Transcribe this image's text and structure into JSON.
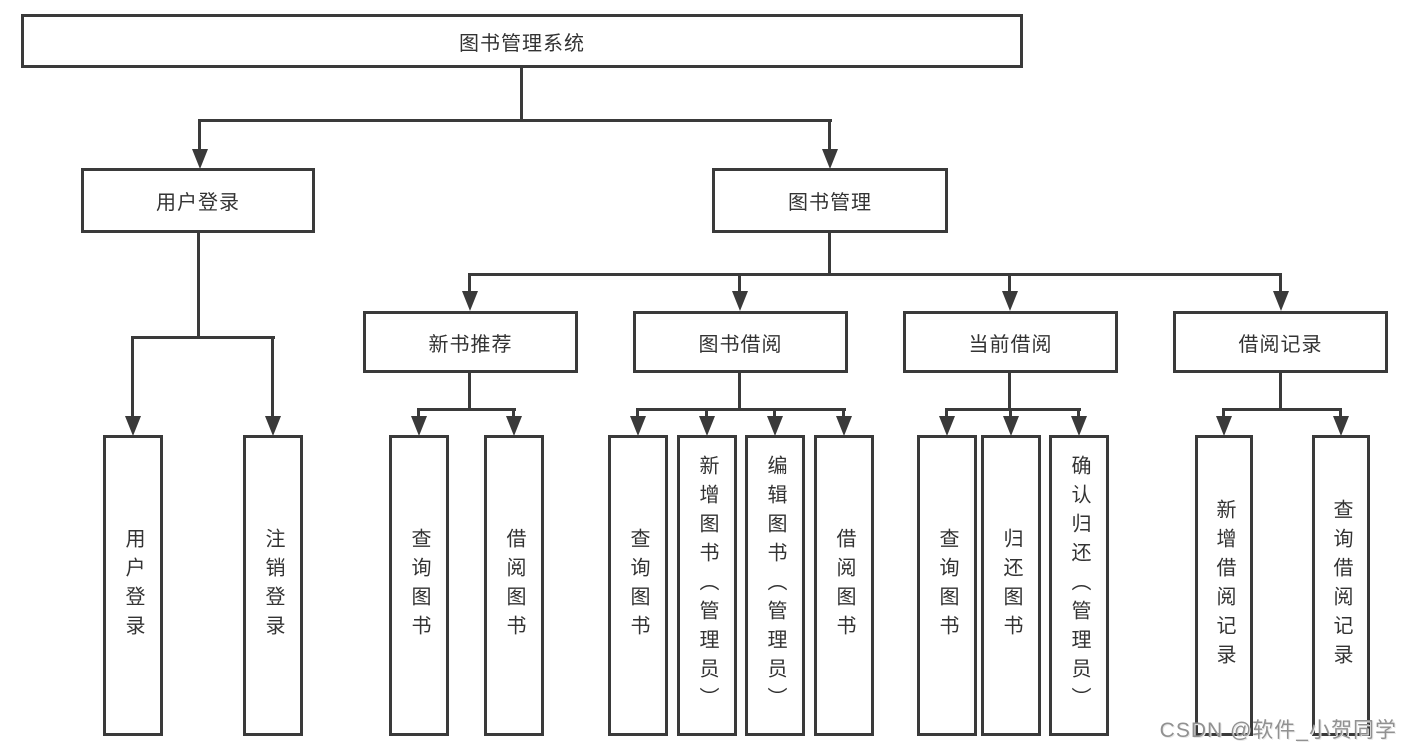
{
  "diagram": {
    "title_node": "图书管理系统",
    "level2": {
      "user_login": "用户登录",
      "book_mgmt": "图书管理"
    },
    "level3": {
      "new_book_rec": "新书推荐",
      "book_borrow": "图书借阅",
      "current_borrow": "当前借阅",
      "borrow_records": "借阅记录"
    },
    "leaves": {
      "user_login_login": "用户登录",
      "user_login_logout": "注销登录",
      "rec_query_book": "查询图书",
      "rec_borrow_book": "借阅图书",
      "bb_query_book": "查询图书",
      "bb_add_book": "新增图书（管理员）",
      "bb_edit_book": "编辑图书（管理员）",
      "bb_borrow_book": "借阅图书",
      "cb_query_book": "查询图书",
      "cb_return_book": "归还图书",
      "cb_confirm_return": "确认归还（管理员）",
      "br_add_record": "新增借阅记录",
      "br_query_record": "查询借阅记录"
    },
    "watermark": "CSDN @软件_小贺同学",
    "colors": {
      "line": "#3a3a3a",
      "text": "#333333",
      "background": "#ffffff",
      "watermark": "#919191"
    }
  }
}
